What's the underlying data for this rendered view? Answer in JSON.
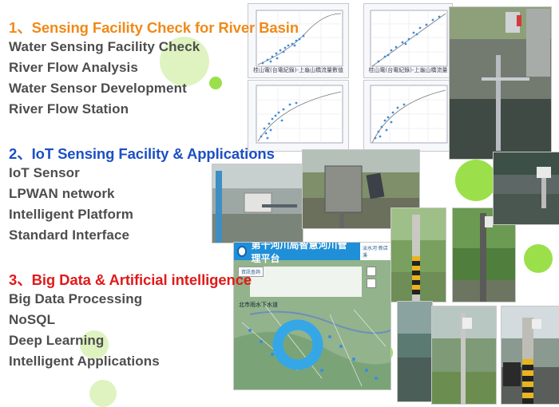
{
  "sections": [
    {
      "title": "1、Sensing Facility Check for River Basin",
      "items": [
        "Water Sensing Facility Check",
        "River Flow Analysis",
        "Water Sensor Development",
        "River Flow Station"
      ]
    },
    {
      "title": "2、IoT Sensing Facility & Applications",
      "items": [
        "IoT Sensor",
        "LPWAN network",
        "Intelligent Platform",
        "Standard Interface"
      ]
    },
    {
      "title": "3、Big Data & Artificial intelligence",
      "items": [
        "Big Data Processing",
        "NoSQL",
        "Deep Learning",
        "Intelligent Applications"
      ]
    }
  ],
  "charts": {
    "chart1_caption": "桂山電(台電紀錄)-上龜山橋流量數值",
    "chart2_caption": "桂山電(台電紀錄)-上龜山橋流量"
  },
  "map_panel": {
    "title": "第十河川局智慧河川管理平台",
    "header_right": "淡水河‧新店溪",
    "menu_label": "資訊查詢",
    "subtitle": "北市雨水下水道"
  },
  "colors": {
    "section1": "#ef8a18",
    "section2": "#1c4fc4",
    "section3": "#e01a1a",
    "items": "#4d4d4d",
    "accent_green": "#9be04a",
    "map_header": "#1f8fd8"
  }
}
